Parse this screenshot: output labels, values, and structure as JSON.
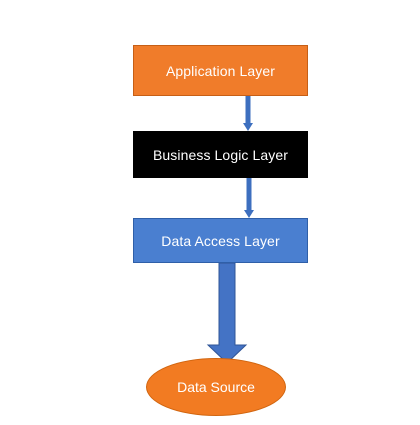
{
  "diagram": {
    "nodes": [
      {
        "id": "application",
        "label": "Application Layer",
        "color": "#f07c2a"
      },
      {
        "id": "business",
        "label": "Business Logic Layer",
        "color": "#000000"
      },
      {
        "id": "data_access",
        "label": "Data Access Layer",
        "color": "#4a7fd0"
      },
      {
        "id": "data_source",
        "label": "Data Source",
        "color": "#f27b22"
      }
    ],
    "edges": [
      {
        "from": "application",
        "to": "business"
      },
      {
        "from": "business",
        "to": "data_access"
      },
      {
        "from": "data_access",
        "to": "data_source"
      }
    ],
    "arrow_color": "#3d6fbf"
  }
}
